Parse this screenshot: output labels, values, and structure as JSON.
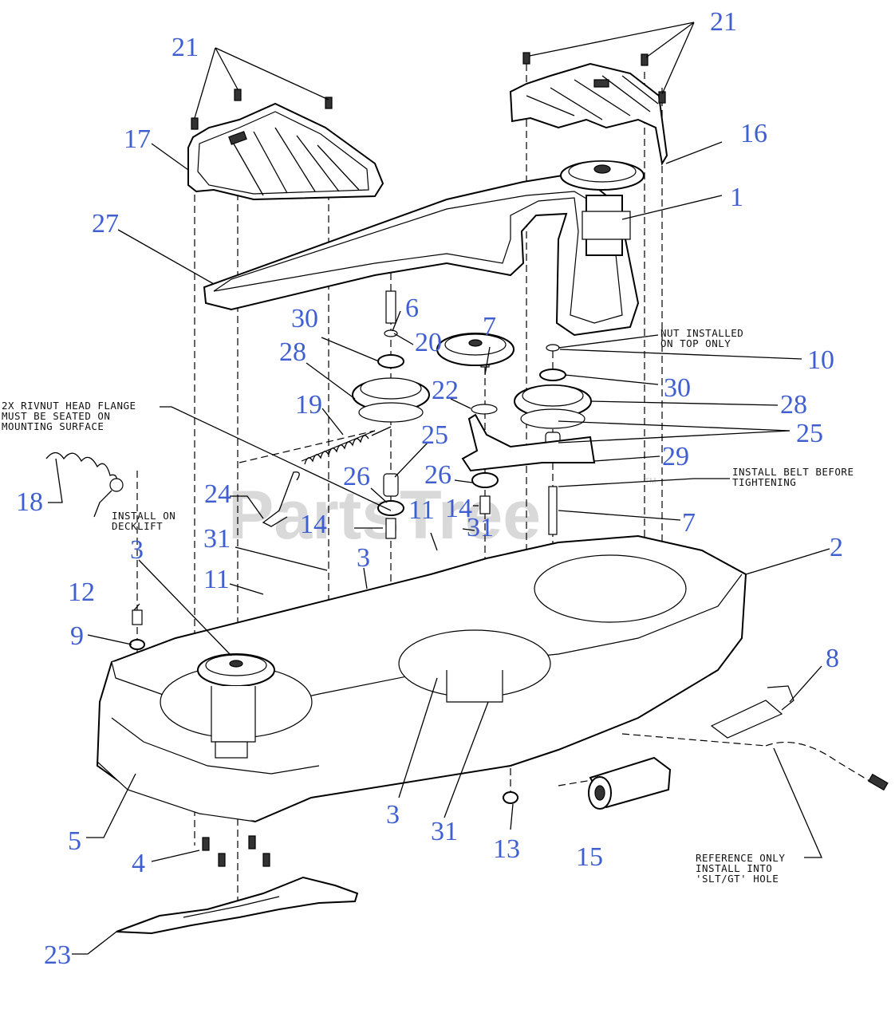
{
  "watermark": "PartsTree",
  "trademark": "TM",
  "callouts": [
    {
      "id": "c21a",
      "text": "21"
    },
    {
      "id": "c21b",
      "text": "21"
    },
    {
      "id": "c17",
      "text": "17"
    },
    {
      "id": "c16",
      "text": "16"
    },
    {
      "id": "c1",
      "text": "1"
    },
    {
      "id": "c27",
      "text": "27"
    },
    {
      "id": "c6",
      "text": "6"
    },
    {
      "id": "c20",
      "text": "20"
    },
    {
      "id": "c30a",
      "text": "30"
    },
    {
      "id": "c28a",
      "text": "28"
    },
    {
      "id": "c7a",
      "text": "7"
    },
    {
      "id": "c10",
      "text": "10"
    },
    {
      "id": "c30b",
      "text": "30"
    },
    {
      "id": "c28b",
      "text": "28"
    },
    {
      "id": "c22",
      "text": "22"
    },
    {
      "id": "c19",
      "text": "19"
    },
    {
      "id": "c25a",
      "text": "25"
    },
    {
      "id": "c25b",
      "text": "25"
    },
    {
      "id": "c29",
      "text": "29"
    },
    {
      "id": "c26a",
      "text": "26"
    },
    {
      "id": "c26b",
      "text": "26"
    },
    {
      "id": "c14a",
      "text": "14"
    },
    {
      "id": "c14b",
      "text": "14"
    },
    {
      "id": "c7b",
      "text": "7"
    },
    {
      "id": "c18",
      "text": "18"
    },
    {
      "id": "c24",
      "text": "24"
    },
    {
      "id": "c11a",
      "text": "11"
    },
    {
      "id": "c31a",
      "text": "31"
    },
    {
      "id": "c2",
      "text": "2"
    },
    {
      "id": "c3a",
      "text": "3"
    },
    {
      "id": "c31b",
      "text": "31"
    },
    {
      "id": "c3b",
      "text": "3"
    },
    {
      "id": "c11b",
      "text": "11"
    },
    {
      "id": "c12",
      "text": "12"
    },
    {
      "id": "c9",
      "text": "9"
    },
    {
      "id": "c8",
      "text": "8"
    },
    {
      "id": "c3c",
      "text": "3"
    },
    {
      "id": "c31c",
      "text": "31"
    },
    {
      "id": "c5",
      "text": "5"
    },
    {
      "id": "c13",
      "text": "13"
    },
    {
      "id": "c15",
      "text": "15"
    },
    {
      "id": "c4",
      "text": "4"
    },
    {
      "id": "c23",
      "text": "23"
    }
  ],
  "notes": {
    "nut": [
      "NUT INSTALLED",
      "ON TOP ONLY"
    ],
    "belt": [
      "INSTALL BELT BEFORE",
      "TIGHTENING"
    ],
    "rivnut": [
      "2X RIVNUT HEAD FLANGE",
      "MUST BE SEATED ON",
      "MOUNTING SURFACE"
    ],
    "decklift": [
      "INSTALL ON",
      "DECKLIFT"
    ],
    "reference": [
      "REFERENCE ONLY",
      "INSTALL INTO",
      "'SLT/GT' HOLE"
    ]
  },
  "colors": {
    "callout": "#3f5fd0",
    "line": "#000000",
    "watermark": "#d9d9d9"
  }
}
